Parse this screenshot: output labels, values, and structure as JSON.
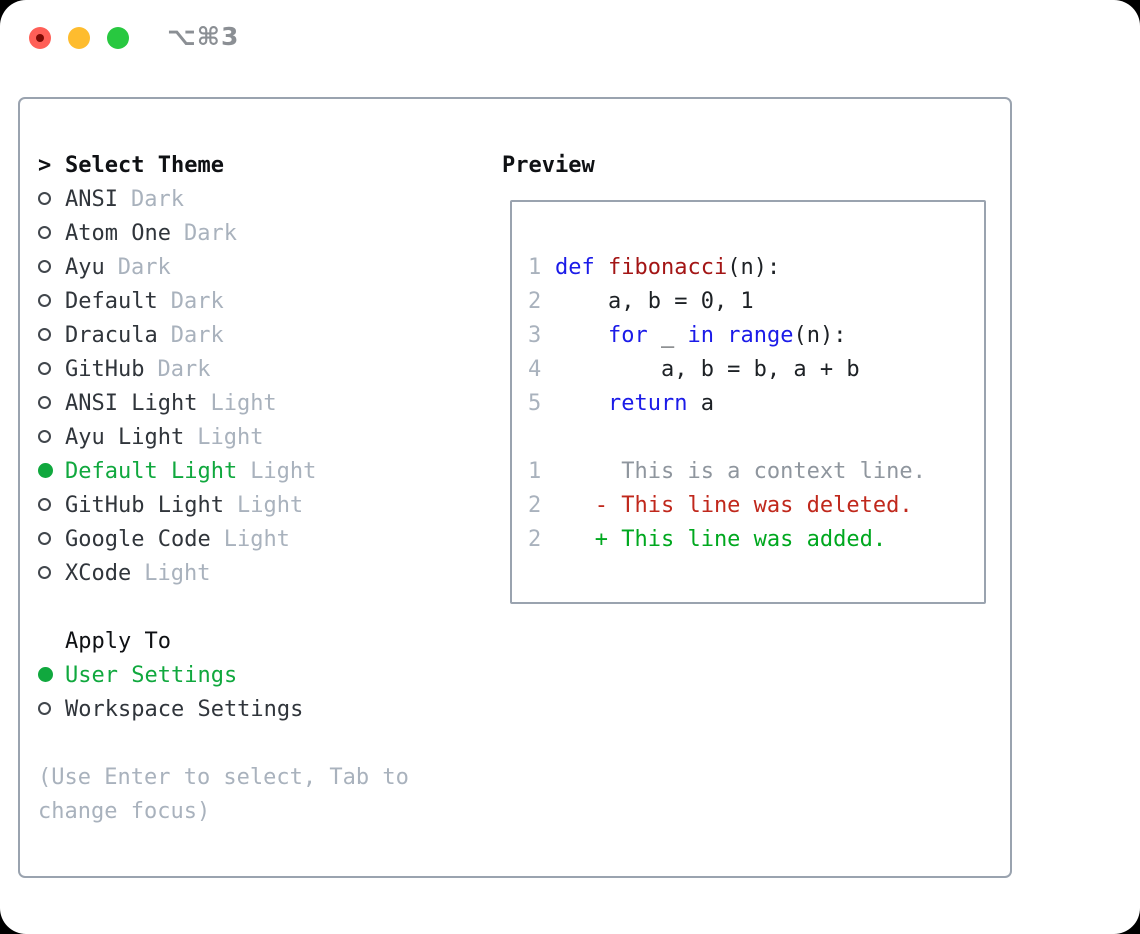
{
  "window": {
    "title": "⌥⌘3"
  },
  "colors": {
    "accent_green": "#10a83e",
    "keyword_blue": "#1b1be8",
    "function_red": "#a31515",
    "code_text": "#1d2125",
    "line_number_gray": "#a9b2bd",
    "context_gray": "#8f969e",
    "deleted_red": "#c0281c",
    "added_green": "#00a81f",
    "muted_gray": "#a9b2bd",
    "item_text": "#30353b",
    "panel_border": "#9aa3af",
    "window_title_gray": "#8b8f94",
    "header_text": "#0f1114",
    "traffic_red": "#ff5f57",
    "traffic_red_dot": "#7d0b05",
    "traffic_yellow": "#febc2e",
    "traffic_green": "#28c840"
  },
  "theme_panel": {
    "marker": ">",
    "title": "Select Theme",
    "items": [
      {
        "name": "ANSI",
        "variant": "Dark",
        "selected": false
      },
      {
        "name": "Atom One",
        "variant": "Dark",
        "selected": false
      },
      {
        "name": "Ayu",
        "variant": "Dark",
        "selected": false
      },
      {
        "name": "Default",
        "variant": "Dark",
        "selected": false
      },
      {
        "name": "Dracula",
        "variant": "Dark",
        "selected": false
      },
      {
        "name": "GitHub",
        "variant": "Dark",
        "selected": false
      },
      {
        "name": "ANSI Light",
        "variant": "Light",
        "selected": false
      },
      {
        "name": "Ayu Light",
        "variant": "Light",
        "selected": false
      },
      {
        "name": "Default Light",
        "variant": "Light",
        "selected": true
      },
      {
        "name": "GitHub Light",
        "variant": "Light",
        "selected": false
      },
      {
        "name": "Google Code",
        "variant": "Light",
        "selected": false
      },
      {
        "name": "XCode",
        "variant": "Light",
        "selected": false
      }
    ]
  },
  "apply_to": {
    "title": "Apply To",
    "items": [
      {
        "label": "User Settings",
        "selected": true
      },
      {
        "label": "Workspace Settings",
        "selected": false
      }
    ]
  },
  "help_text": "(Use Enter to select, Tab to change focus)",
  "preview": {
    "title": "Preview",
    "lines": [
      {
        "number": "1",
        "tokens": [
          {
            "c": "keyword",
            "t": "def"
          },
          {
            "c": "plain",
            "t": " "
          },
          {
            "c": "function",
            "t": "fibonacci"
          },
          {
            "c": "plain",
            "t": "(n):"
          }
        ]
      },
      {
        "number": "2",
        "tokens": [
          {
            "c": "plain",
            "t": "    a, b = 0, 1"
          }
        ]
      },
      {
        "number": "3",
        "tokens": [
          {
            "c": "plain",
            "t": "    "
          },
          {
            "c": "keyword",
            "t": "for"
          },
          {
            "c": "plain",
            "t": " _ "
          },
          {
            "c": "keyword",
            "t": "in"
          },
          {
            "c": "plain",
            "t": " "
          },
          {
            "c": "keyword",
            "t": "range"
          },
          {
            "c": "plain",
            "t": "(n):"
          }
        ]
      },
      {
        "number": "4",
        "tokens": [
          {
            "c": "plain",
            "t": "        a, b = b, a + b"
          }
        ]
      },
      {
        "number": "5",
        "tokens": [
          {
            "c": "plain",
            "t": "    "
          },
          {
            "c": "keyword",
            "t": "return"
          },
          {
            "c": "plain",
            "t": " a"
          }
        ]
      },
      {
        "number": "",
        "tokens": []
      },
      {
        "number": "1",
        "tokens": [
          {
            "c": "context",
            "t": "     This is a context line."
          }
        ]
      },
      {
        "number": "2",
        "tokens": [
          {
            "c": "deleted",
            "t": "   - This line was deleted."
          }
        ]
      },
      {
        "number": "2",
        "tokens": [
          {
            "c": "added",
            "t": "   + This line was added."
          }
        ]
      }
    ]
  }
}
